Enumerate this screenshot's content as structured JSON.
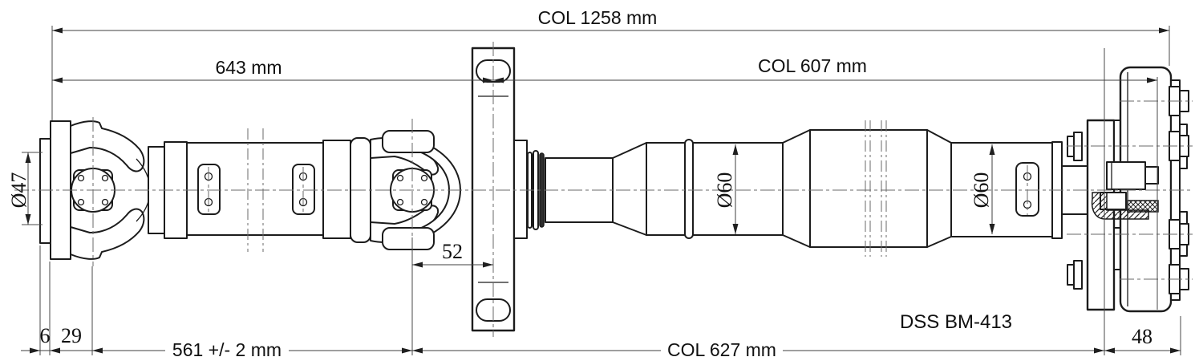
{
  "drawing": {
    "part_label": "DSS BM-413",
    "dims": {
      "overall_col": "COL 1258 mm",
      "front_section": "643 mm",
      "rear_col": "COL 607 mm",
      "flange_dia": "Ø47",
      "mid_dia": "Ø60",
      "rear_dia": "Ø60",
      "joint_to_bracket": "52",
      "pilot_depth": "6",
      "flange_to_joint": "29",
      "front_shaft": "561 +/- 2 mm",
      "rear_shaft_col": "COL 627 mm",
      "coupling_width": "48"
    },
    "colors": {
      "line": "#1c1c1c",
      "dimension": "#3f3f3f",
      "centerline": "#6a6a6a",
      "background": "#ffffff"
    }
  }
}
